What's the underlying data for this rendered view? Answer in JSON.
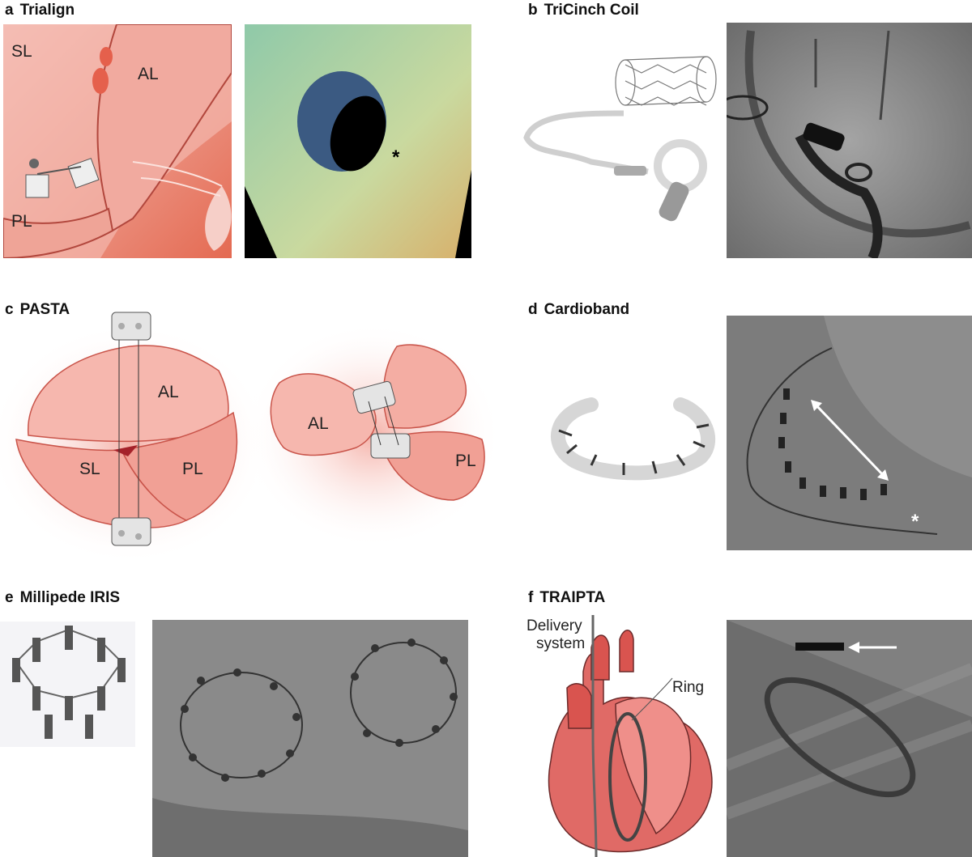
{
  "panels": {
    "a": {
      "letter": "a",
      "title": "Trialign",
      "labels": {
        "sl": "SL",
        "al": "AL",
        "pl": "PL"
      },
      "marker": "*"
    },
    "b": {
      "letter": "b",
      "title": "TriCinch Coil"
    },
    "c": {
      "letter": "c",
      "title": "PASTA",
      "left": {
        "al": "AL",
        "sl": "SL",
        "pl": "PL"
      },
      "right": {
        "al": "AL",
        "pl": "PL"
      }
    },
    "d": {
      "letter": "d",
      "title": "Cardioband",
      "marker": "*"
    },
    "e": {
      "letter": "e",
      "title": "Millipede IRIS"
    },
    "f": {
      "letter": "f",
      "title": "TRAIPTA",
      "labels": {
        "delivery1": "Delivery",
        "delivery2": "system",
        "ring": "Ring"
      }
    }
  },
  "colors": {
    "tissue": "#f3b3ac",
    "tissue_dark": "#c95c50",
    "xray": "#6f6f6f",
    "heart": "#d9544f"
  }
}
